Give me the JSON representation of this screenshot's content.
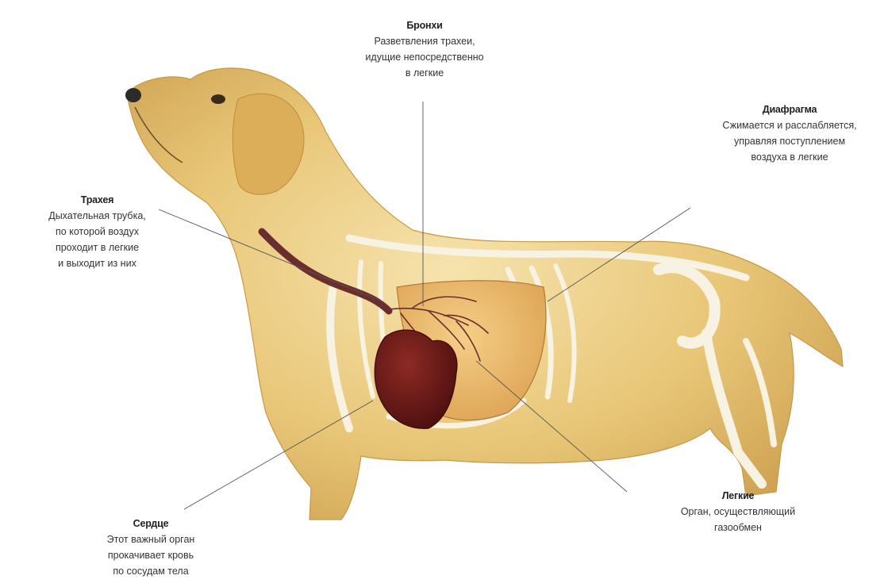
{
  "labels": {
    "bronchi": {
      "title": "Бронхи",
      "desc": "Разветвления трахеи,\nидущие непосредственно\nв легкие"
    },
    "diaphragm": {
      "title": "Диафрагма",
      "desc": "Сжимается и расслабляется,\nуправляя поступлением\nвоздуха в легкие"
    },
    "trachea": {
      "title": "Трахея",
      "desc": "Дыхательная трубка,\nпо которой воздух\nпроходит в легкие\nи выходит из них"
    },
    "heart": {
      "title": "Сердце",
      "desc": "Этот важный орган\nпрокачивает кровь\nпо сосудам тела"
    },
    "lungs": {
      "title": "Легкие",
      "desc": "Орган, осуществляющий\nгазообмен"
    }
  },
  "colors": {
    "fur": "#e8c677",
    "fur_dark": "#c99a45",
    "bone": "#f7f2e1",
    "lung": "#eab66a",
    "heart": "#6a1717",
    "trachea": "#6b2e2e",
    "leader_line": "#555555"
  }
}
